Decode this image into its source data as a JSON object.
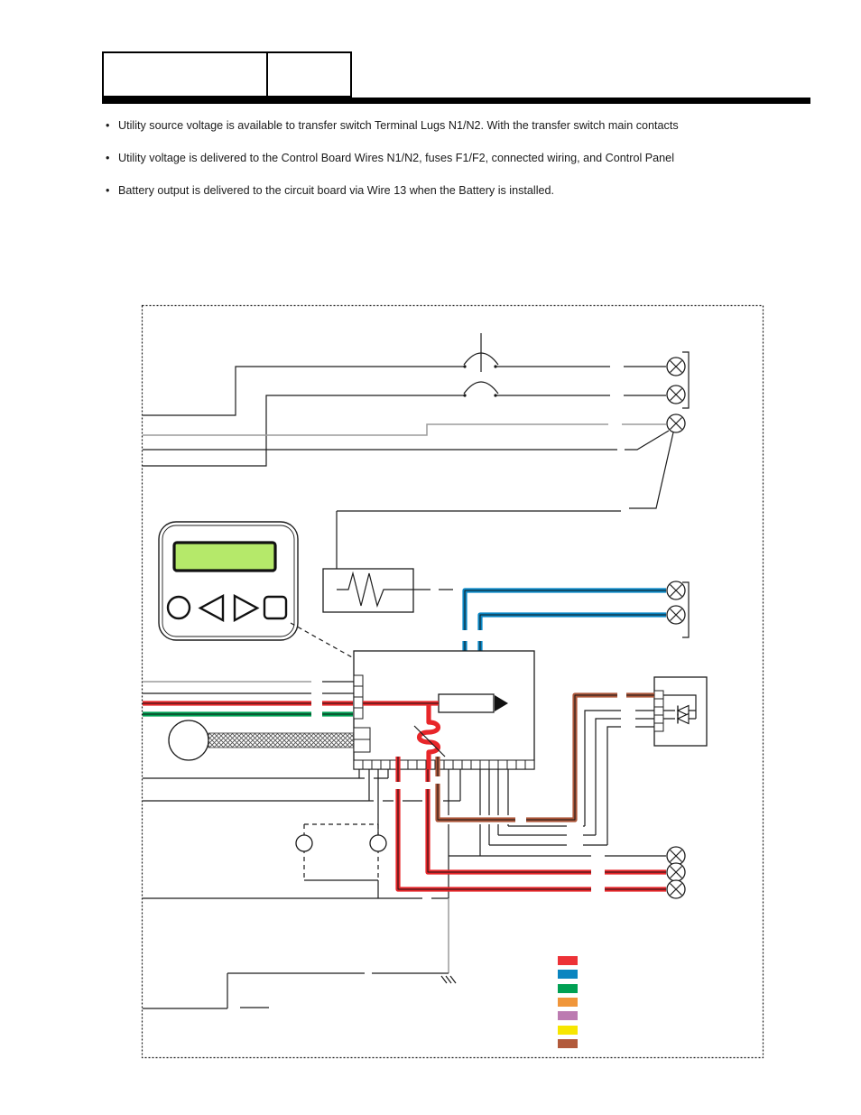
{
  "header": {
    "box1_label": "",
    "box2_label": ""
  },
  "bullet_marker": "•",
  "bullets": [
    "Utility source voltage is available to transfer switch Terminal Lugs N1/N2. With the transfer switch main contacts",
    "Utility voltage is delivered to the Control Board Wires N1/N2, fuses F1/F2, connected wiring, and Control Panel",
    "Battery output is delivered to the circuit board via Wire 13 when the Battery is installed."
  ],
  "colors": {
    "ink": "#1c1c1c",
    "gray": "#9b9b9b",
    "red": "#e8262a",
    "blue": "#0a87c5",
    "green": "#00a053",
    "brown": "#ad573a",
    "lcd": "#b5e96a"
  },
  "legend": {
    "swatches": [
      {
        "name": "red",
        "hex": "#ed3237"
      },
      {
        "name": "blue",
        "hex": "#0a85c0"
      },
      {
        "name": "green",
        "hex": "#00a053"
      },
      {
        "name": "orange",
        "hex": "#f0963a"
      },
      {
        "name": "violet",
        "hex": "#bc7bb1"
      },
      {
        "name": "yellow",
        "hex": "#f7e600"
      },
      {
        "name": "brown",
        "hex": "#b25a3b"
      }
    ]
  },
  "diagram": {
    "components": [
      "two-pole-breaker",
      "control-panel",
      "resistor",
      "control-board",
      "fuse",
      "inductor-coil",
      "motor",
      "diode-connector",
      "lamp-pair",
      "ground",
      "terminal-lugs"
    ]
  }
}
